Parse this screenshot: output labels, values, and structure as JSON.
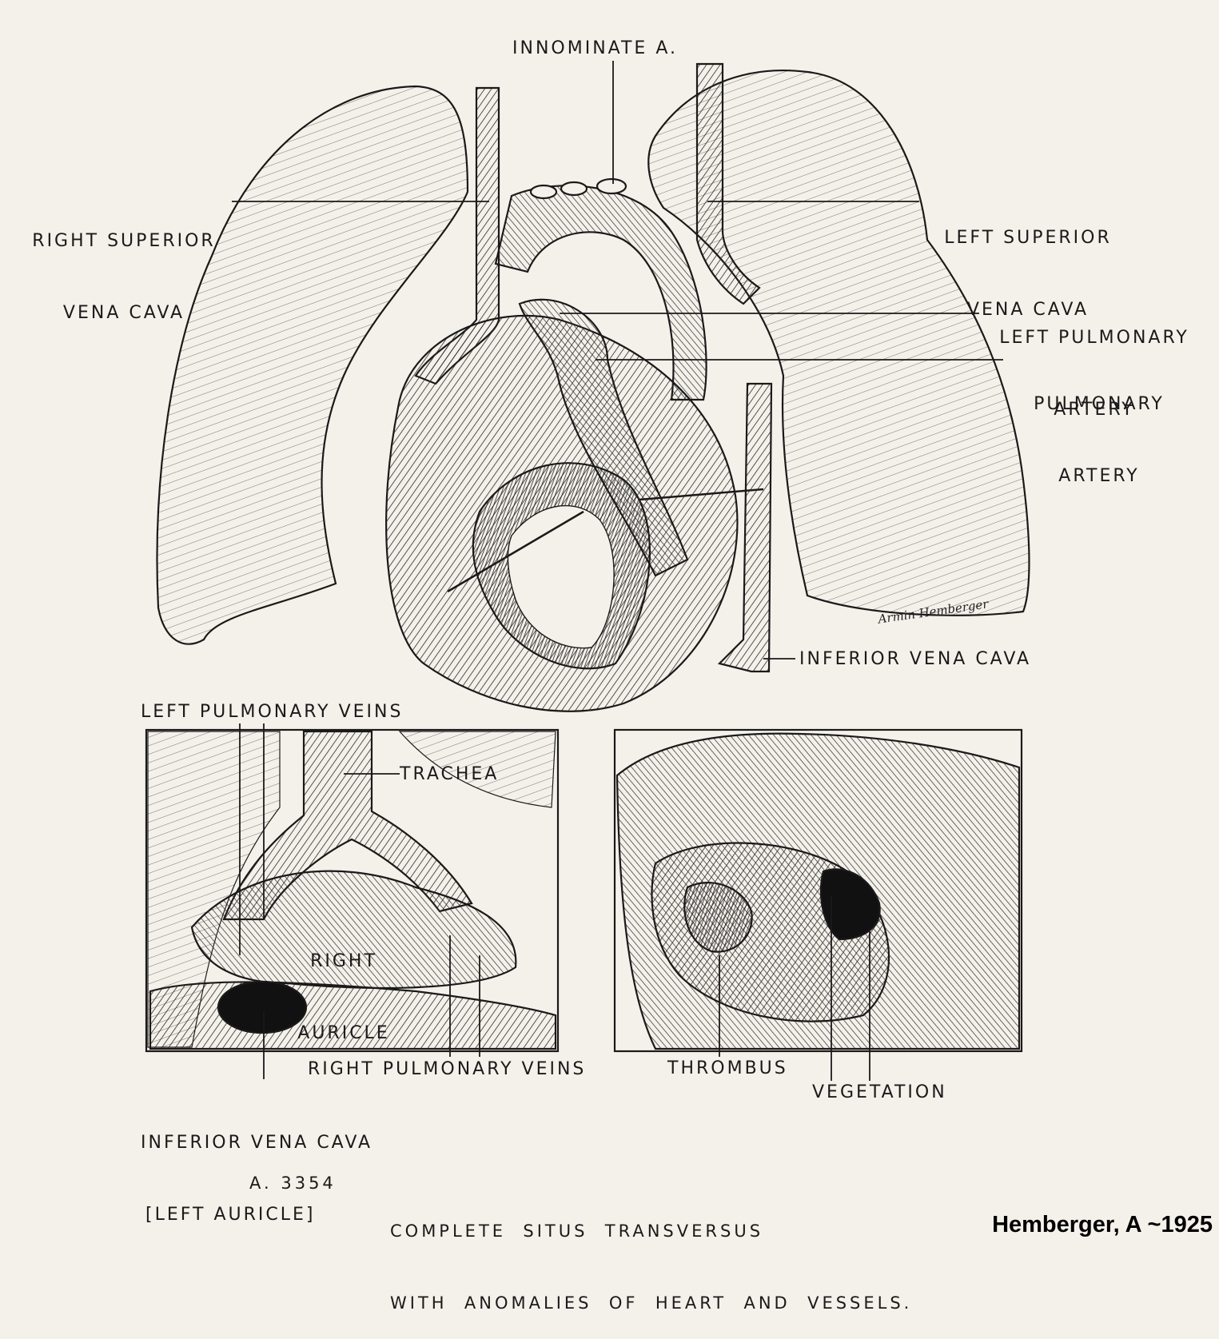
{
  "labels": {
    "innominate": "INNOMINATE A.",
    "right_svc": [
      "RIGHT SUPERIOR",
      "VENA CAVA"
    ],
    "left_svc": [
      "LEFT SUPERIOR",
      "VENA CAVA"
    ],
    "left_pulm_artery": [
      "LEFT PULMONARY",
      "ARTERY"
    ],
    "pulm_artery": [
      "PULMONARY",
      "ARTERY"
    ],
    "ivc": "INFERIOR VENA CAVA",
    "left_pulm_veins": "LEFT PULMONARY VEINS",
    "trachea": "TRACHEA",
    "right_auricle": [
      "RIGHT",
      "AURICLE"
    ],
    "right_pulm_veins": "RIGHT PULMONARY VEINS",
    "ivc_left_auricle": [
      "INFERIOR VENA CAVA",
      "[LEFT AURICLE]"
    ],
    "thrombus": "THROMBUS",
    "vegetation": "VEGETATION"
  },
  "signature": "Armin Hemberger",
  "caption": {
    "number": "A. 3354",
    "line1": "COMPLETE  SITUS  TRANSVERSUS",
    "line2": "WITH  ANOMALIES  OF  HEART  AND  VESSELS."
  },
  "credit": "Hemberger, A ~1925"
}
